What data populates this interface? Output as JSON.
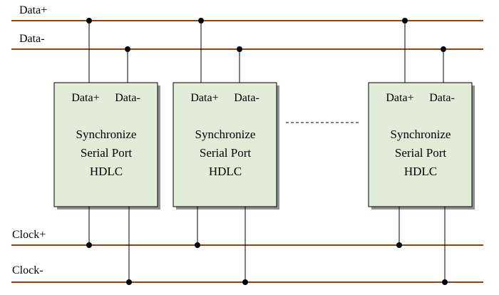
{
  "colors": {
    "bus": "#8B4513",
    "block_fill": "#E2EDD9",
    "block_border": "#000000",
    "shadow": "#8f8f8f",
    "wire": "#000000"
  },
  "buses": {
    "data_plus": "Data+",
    "data_minus": "Data-",
    "clock_plus": "Clock+",
    "clock_minus": "Clock-"
  },
  "blocks": [
    {
      "port_plus": "Data+",
      "port_minus": "Data-",
      "line1": "Synchronize",
      "line2": "Serial Port",
      "line3": "HDLC"
    },
    {
      "port_plus": "Data+",
      "port_minus": "Data-",
      "line1": "Synchronize",
      "line2": "Serial Port",
      "line3": "HDLC"
    },
    {
      "port_plus": "Data+",
      "port_minus": "Data-",
      "line1": "Synchronize",
      "line2": "Serial Port",
      "line3": "HDLC"
    }
  ]
}
